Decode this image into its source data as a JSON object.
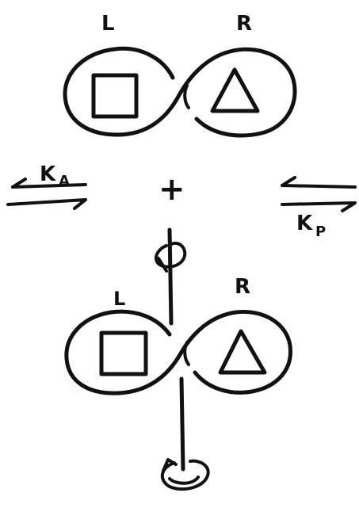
{
  "top_molecule": {
    "left_label": "L",
    "right_label": "R",
    "left_shape": "square",
    "right_shape": "triangle"
  },
  "bottom_molecule": {
    "left_label": "L",
    "right_label": "R",
    "left_shape": "square",
    "right_shape": "triangle"
  },
  "left_equilibrium": {
    "label": "K",
    "subscript": "A"
  },
  "right_equilibrium": {
    "label": "K",
    "subscript": "P"
  },
  "plus": "+",
  "colors": {
    "ink": "#111111",
    "background": "#ffffff"
  }
}
